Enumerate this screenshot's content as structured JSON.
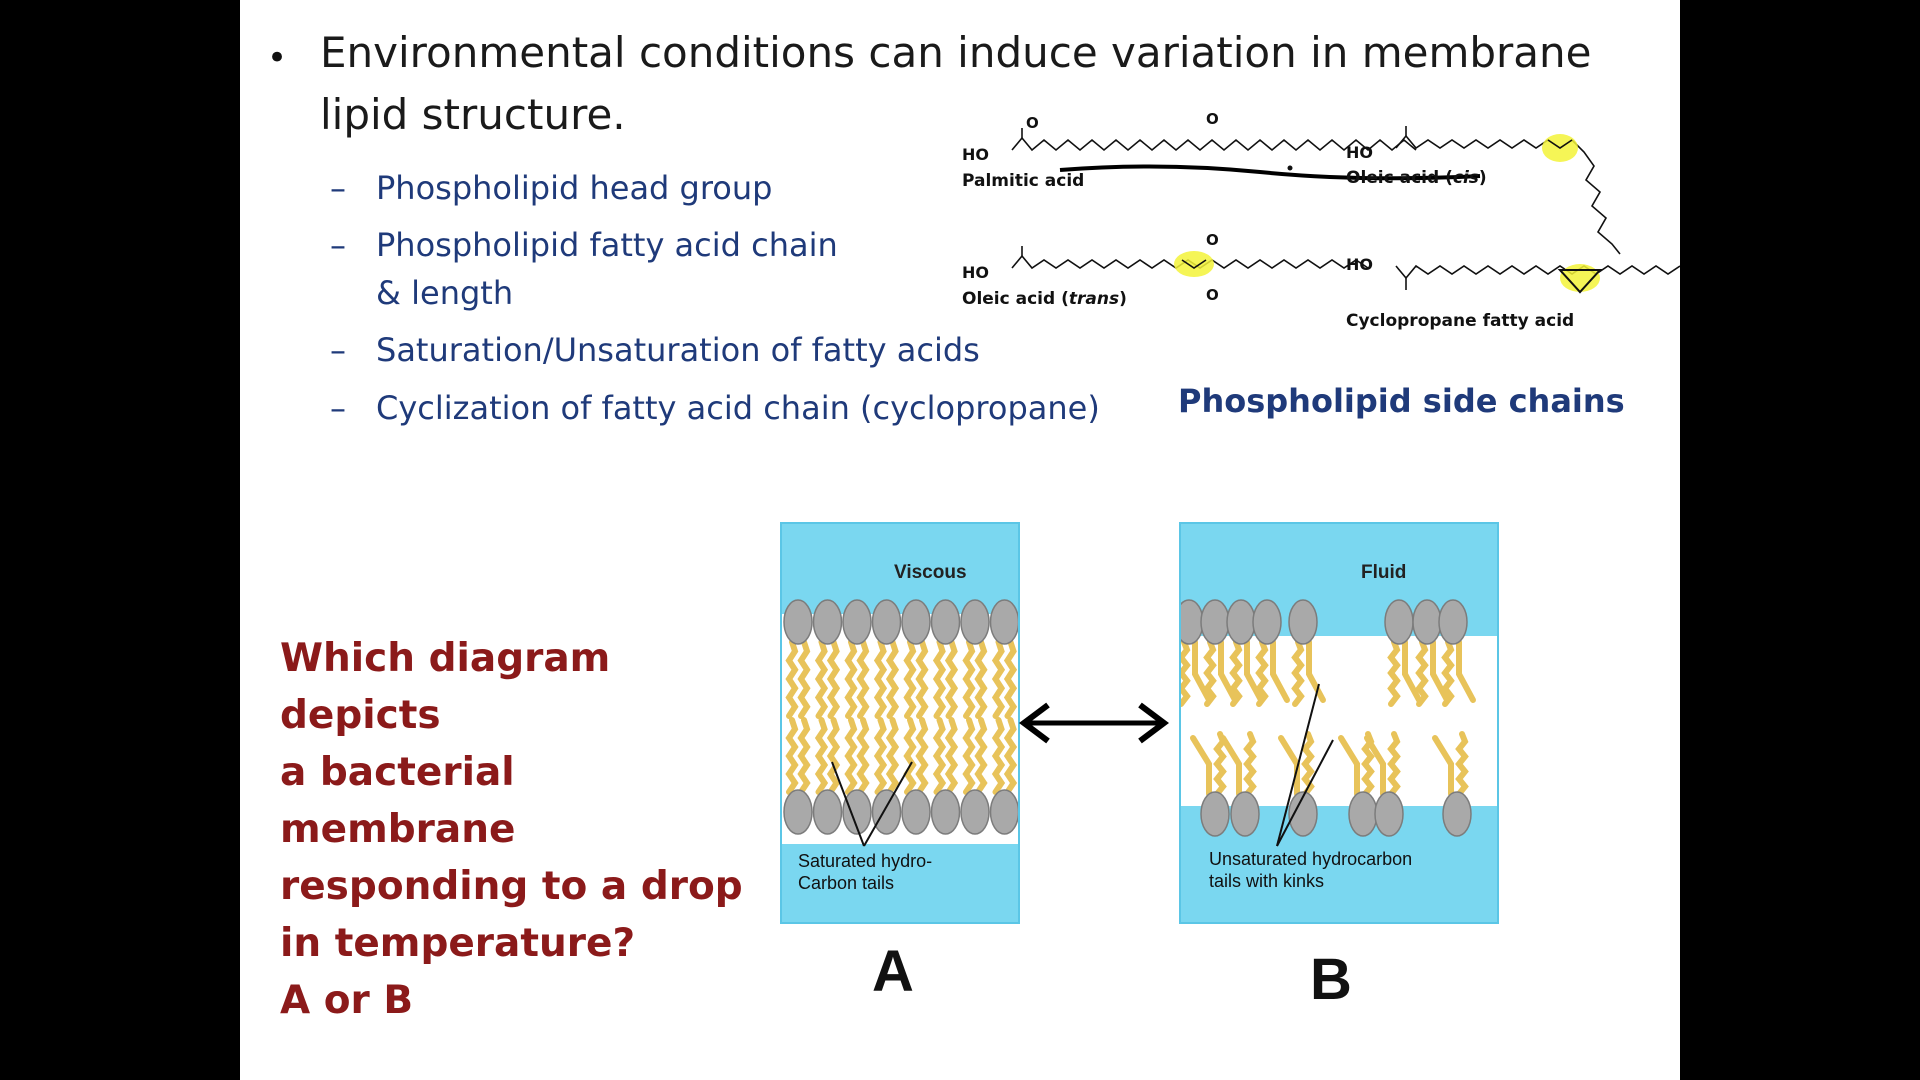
{
  "slide": {
    "main_bullet": "Environmental conditions can induce variation in membrane lipid structure.",
    "sub_bullets": [
      {
        "line1": "Phospholipid head group",
        "line2": ""
      },
      {
        "line1": "Phospholipid fatty acid chain",
        "line2": "& length"
      },
      {
        "line1": "Saturation/Unsaturation of fatty acids",
        "line2": ""
      },
      {
        "line1": "Cyclization of fatty acid chain (cyclopropane)",
        "line2": ""
      }
    ],
    "chem": {
      "ho": "HO",
      "o": "O",
      "palmitic": "Palmitic acid",
      "oleic_cis_prefix": "Oleic acid (",
      "oleic_cis_italic": "cis",
      "oleic_trans_prefix": "Oleic acid (",
      "oleic_trans_italic": "trans",
      "close_paren": ")",
      "cyclopropane": "Cyclopropane fatty acid"
    },
    "chains_title": "Phospholipid side chains",
    "question": {
      "line1": "Which diagram depicts",
      "line2": "a bacterial membrane",
      "line3": "responding to a drop",
      "line4": "in temperature?",
      "line5": "A or B"
    },
    "diagram_a": {
      "title": "Viscous",
      "note_line1": "Saturated hydro-",
      "note_line2": "Carbon tails",
      "letter": "A"
    },
    "diagram_b": {
      "title": "Fluid",
      "note_line1": "Unsaturated hydrocarbon",
      "note_line2": "tails with kinks",
      "letter": "B"
    },
    "colors": {
      "title_blue": "#1f3a7a",
      "question_red": "#8b1a1a",
      "membrane_bg": "#7ad7f0",
      "lipid_head": "#a9a9a9",
      "lipid_tail": "#e8c35a",
      "highlight": "#f3f338"
    },
    "side_panel_icons": [
      "green-indicator-icon",
      "gear-icon"
    ]
  }
}
